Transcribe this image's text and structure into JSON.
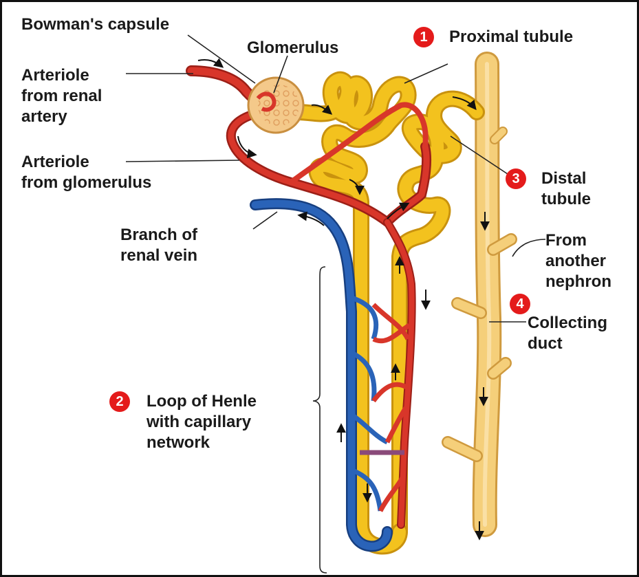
{
  "colors": {
    "tubule": "#f3c21e",
    "tubule_edge": "#c9920e",
    "duct": "#f5cf7a",
    "duct_edge": "#cf9a3e",
    "artery": "#d8362a",
    "artery_edge": "#9c1f17",
    "vein": "#2a63b8",
    "vein_edge": "#173f80",
    "capsule": "#f4c98a",
    "badge": "#e41b1b"
  },
  "labels": {
    "bowmans_capsule": "Bowman's capsule",
    "glomerulus": "Glomerulus",
    "arteriole_renal_artery": [
      "Arteriole",
      "from renal",
      "artery"
    ],
    "arteriole_glomerulus": [
      "Arteriole",
      "from glomerulus"
    ],
    "branch_renal_vein": [
      "Branch of",
      "renal vein"
    ],
    "proximal_tubule": "Proximal tubule",
    "distal_tubule": [
      "Distal",
      "tubule"
    ],
    "from_another_nephron": [
      "From",
      "another",
      "nephron"
    ],
    "collecting_duct": [
      "Collecting",
      "duct"
    ],
    "loop_of_henle": [
      "Loop of Henle",
      "with capillary",
      "network"
    ]
  },
  "badges": {
    "proximal": "1",
    "loop": "2",
    "distal": "3",
    "collecting": "4"
  }
}
